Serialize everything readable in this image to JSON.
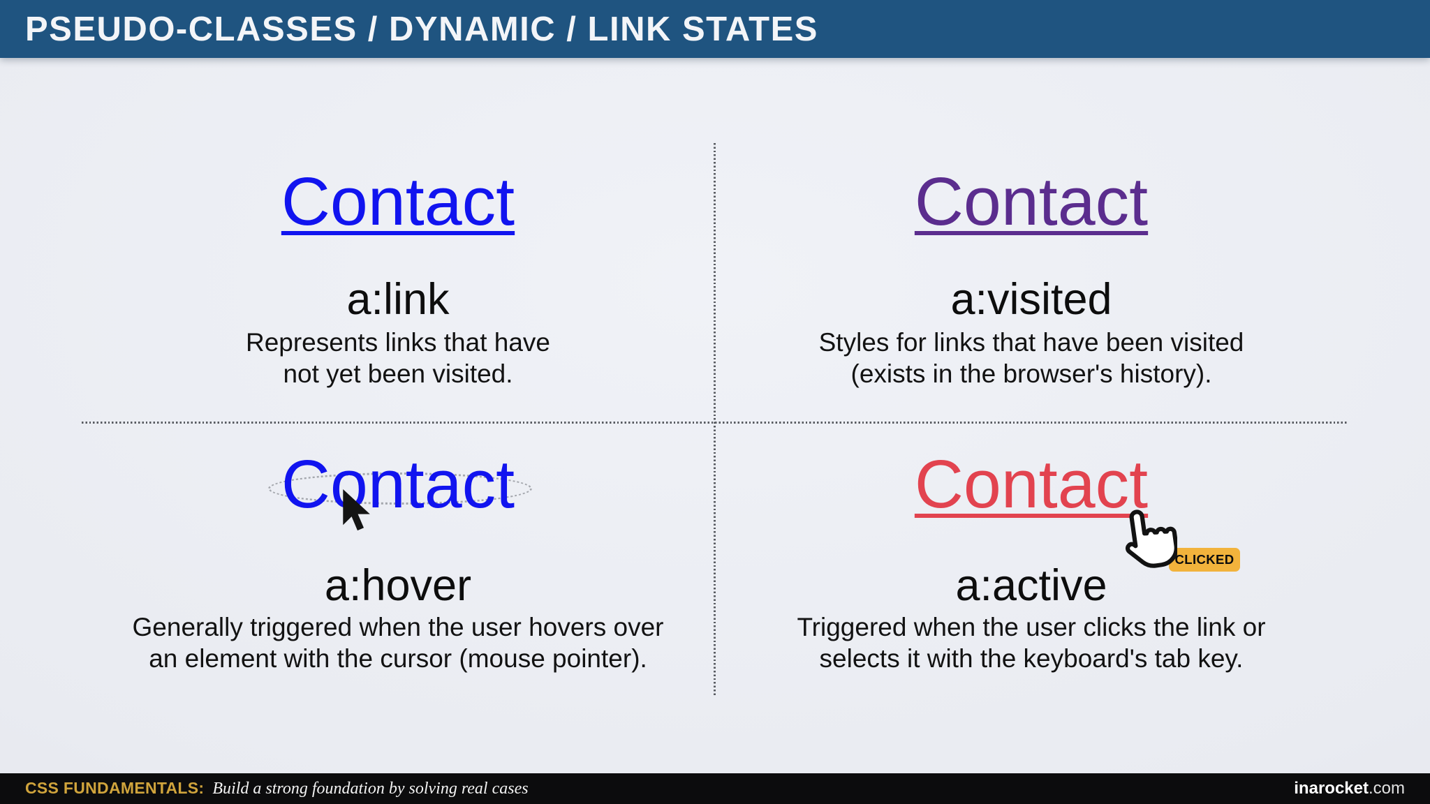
{
  "header": {
    "title": "PSEUDO-CLASSES / DYNAMIC / LINK STATES"
  },
  "colors": {
    "header_bg": "#1f5480",
    "link_blue": "#1114ef",
    "visited_purple": "#5b2d8e",
    "active_red": "#e2434f",
    "badge_yellow": "#f2b33c",
    "footer_gold": "#d0a43c"
  },
  "quadrants": [
    {
      "link_text": "Contact",
      "selector": "a:link",
      "desc": [
        "Represents links that have",
        "not yet been visited."
      ]
    },
    {
      "link_text": "Contact",
      "selector": "a:visited",
      "desc": [
        "Styles for links that have been visited",
        "(exists in the browser's history)."
      ]
    },
    {
      "link_text": "Contact",
      "selector": "a:hover",
      "desc": [
        "Generally triggered when the user hovers over",
        "an element with the cursor (mouse pointer)."
      ]
    },
    {
      "link_text": "Contact",
      "selector": "a:active",
      "desc": [
        "Triggered when the user clicks the link or",
        "selects it with the keyboard's tab key."
      ],
      "badge": "CLICKED"
    }
  ],
  "footer": {
    "course_label": "CSS FUNDAMENTALS:",
    "course_tagline": "Build a strong foundation by solving real cases",
    "brand": "inarocket",
    "brand_suffix": ".com"
  }
}
